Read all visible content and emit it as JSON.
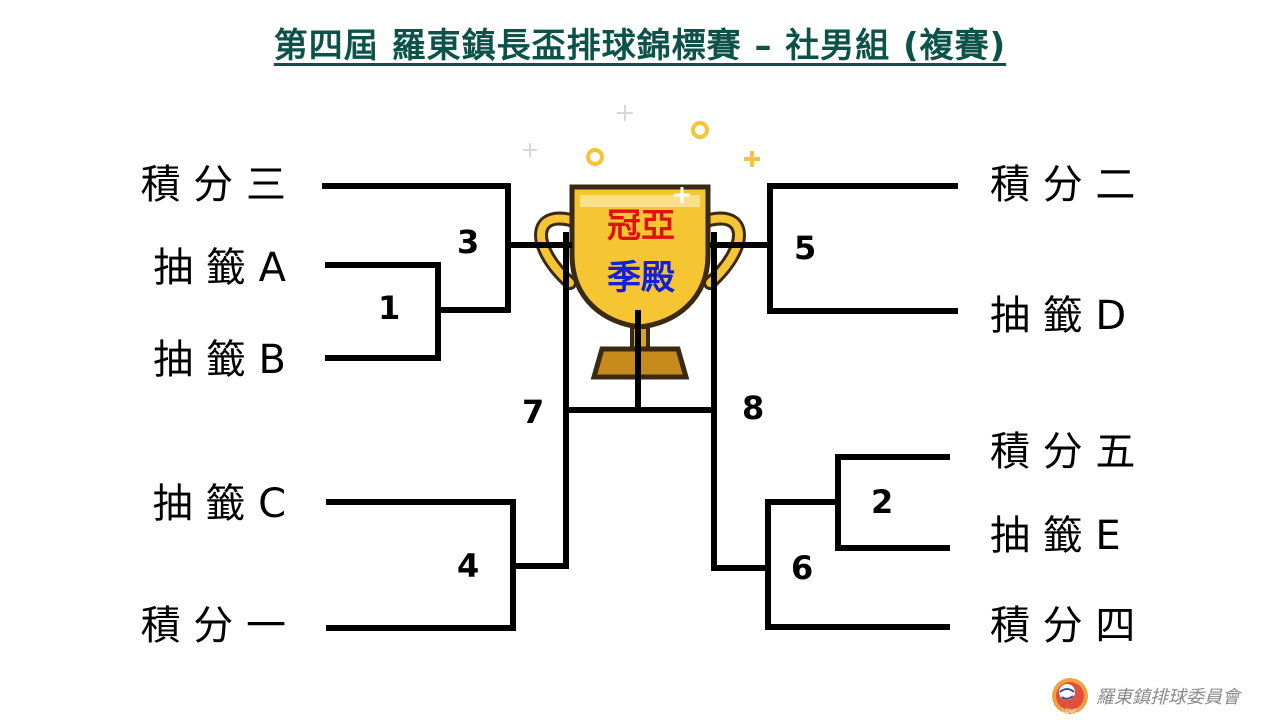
{
  "title": "第四屆 羅東鎮長盃排球錦標賽 – 社男組 (複賽)",
  "teams": {
    "left_1": "積 分 三",
    "left_2": "抽 籤 A",
    "left_3": "抽 籤 B",
    "left_4": "抽 籤 C",
    "left_5": "積 分 一",
    "right_1": "積 分 二",
    "right_2": "抽 籤 D",
    "right_3": "積 分 五",
    "right_4": "抽 籤 E",
    "right_5": "積 分 四"
  },
  "matches": {
    "m1": "1",
    "m2": "2",
    "m3": "3",
    "m4": "4",
    "m5": "5",
    "m6": "6",
    "m7": "7",
    "m8": "8"
  },
  "trophy": {
    "line1": "冠亞",
    "line2": "季殿",
    "icon": "trophy-icon"
  },
  "footer": {
    "org": "羅東鎮排球委員會",
    "logo_icon": "volleyball-logo-icon"
  },
  "colors": {
    "title": "#0d5249",
    "trophy_gold": "#f5c533",
    "trophy_outline": "#3a2a14",
    "line1_color": "#e01010",
    "line2_color": "#1420d8"
  }
}
